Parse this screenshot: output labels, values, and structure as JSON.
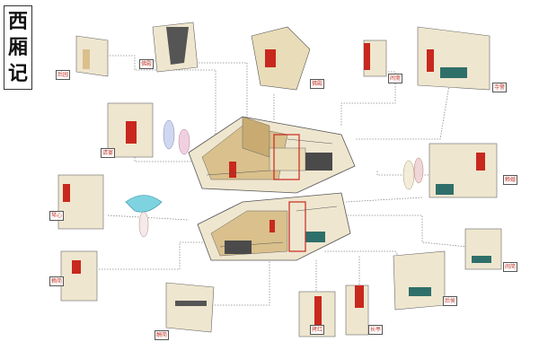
{
  "title": {
    "chars": [
      "西",
      "厢",
      "记"
    ]
  },
  "colors": {
    "accent": "#c8281e",
    "wood": "#d9c08c",
    "dark": "#333333",
    "teal": "#2f6f6a",
    "line": "#888888"
  },
  "callouts": [
    {
      "id": "c1",
      "label": "后园"
    },
    {
      "id": "c2",
      "label": "佛殿"
    },
    {
      "id": "c3",
      "label": "佛殿"
    },
    {
      "id": "c4",
      "label": "闹斋"
    },
    {
      "id": "c5",
      "label": "寺警"
    },
    {
      "id": "c6",
      "label": "请宴"
    },
    {
      "id": "c7",
      "label": "赖婚"
    },
    {
      "id": "c8",
      "label": "琴心"
    },
    {
      "id": "c9",
      "label": "闹简"
    },
    {
      "id": "c10",
      "label": "赖简"
    },
    {
      "id": "c11",
      "label": "后侯"
    },
    {
      "id": "c12",
      "label": "酬简"
    },
    {
      "id": "c13",
      "label": "拷红"
    },
    {
      "id": "c14",
      "label": "长亭"
    }
  ]
}
